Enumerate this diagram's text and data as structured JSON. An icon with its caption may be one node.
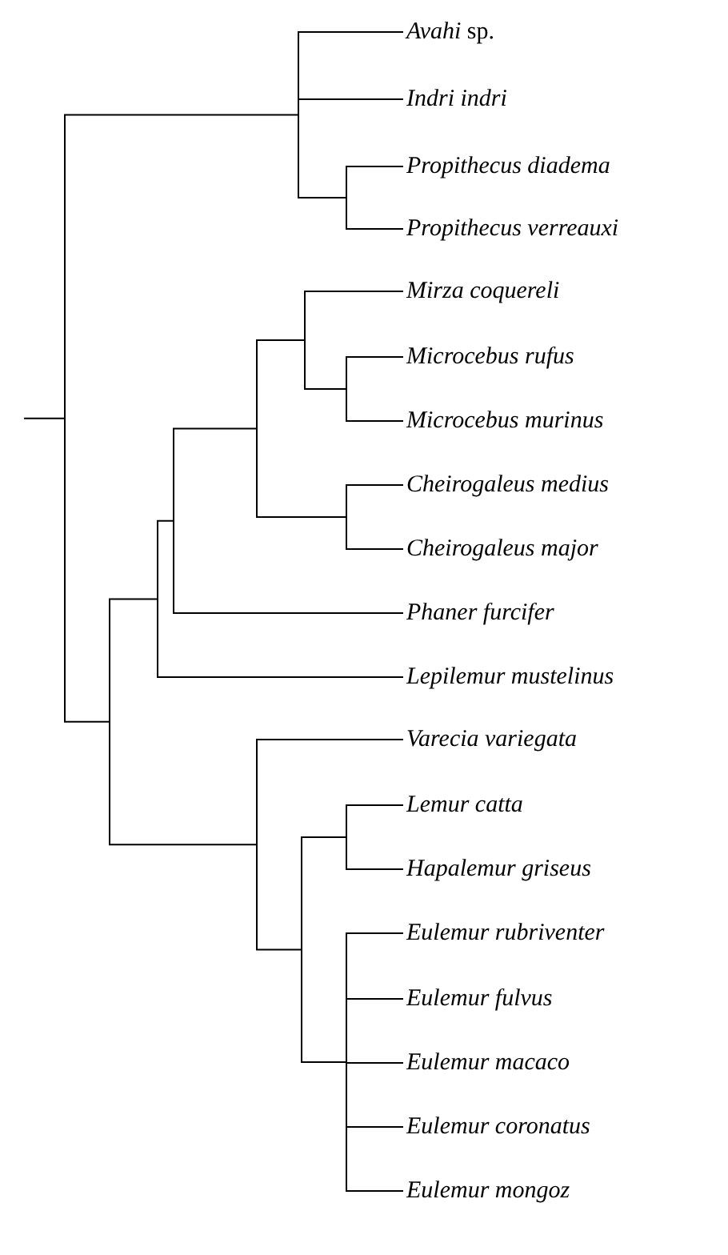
{
  "diagram": {
    "nodes": [
      {
        "text": [],
        "shape": "bar"
      },
      {
        "text": [],
        "shape": "bar"
      },
      {
        "text": [
          "*Avahi* sp."
        ]
      },
      {
        "text": [
          "Indri indri"
        ]
      },
      {
        "text": [],
        "shape": "bar"
      },
      {
        "text": [
          "Propithecus diadema"
        ]
      },
      {
        "text": [
          "Propithecus verreauxi"
        ]
      },
      {
        "text": [],
        "shape": "bar"
      },
      {
        "text": [],
        "shape": "bar"
      },
      {
        "text": [],
        "shape": "bar"
      },
      {
        "text": [],
        "shape": "bar"
      },
      {
        "text": [],
        "shape": "bar"
      },
      {
        "text": [
          "Mirza coquereli"
        ]
      },
      {
        "text": [],
        "shape": "bar"
      },
      {
        "text": [
          "Microcebus rufus"
        ]
      },
      {
        "text": [
          "Microcebus murinus"
        ]
      },
      {
        "text": [],
        "shape": "bar"
      },
      {
        "text": [
          "Cheirogaleus medius"
        ]
      },
      {
        "text": [
          "Cheirogaleus major"
        ]
      },
      {
        "text": [
          "Phaner furcifer"
        ]
      },
      {
        "text": [
          "Lepilemur mustelinus"
        ]
      },
      {
        "text": [],
        "shape": "bar"
      },
      {
        "text": [
          "Varecia variegata"
        ]
      },
      {
        "text": [],
        "shape": "bar"
      },
      {
        "text": [],
        "shape": "bar"
      },
      {
        "text": [
          "Lemur catta"
        ]
      },
      {
        "text": [
          "Hapalemur griseus"
        ]
      },
      {
        "text": [],
        "shape": "bar"
      },
      {
        "text": [
          "Eulemur rubriventer"
        ]
      },
      {
        "text": [
          "Eulemur fulvus"
        ]
      },
      {
        "text": [
          "Eulemur macaco"
        ]
      },
      {
        "text": [
          "Eulemur coronatus"
        ]
      },
      {
        "text": [
          "Eulemur mongoz"
        ]
      }
    ],
    "edges": [
      {
        "from": null,
        "to": 0,
        "arrow": "none"
      },
      {
        "from": 0,
        "to": 1,
        "arrow": "none"
      },
      {
        "from": 1,
        "to": 2,
        "arrow": "none"
      },
      {
        "from": 1,
        "to": 3,
        "arrow": "none"
      },
      {
        "from": 1,
        "to": 4,
        "arrow": "none"
      },
      {
        "from": 4,
        "to": 5,
        "arrow": "none"
      },
      {
        "from": 4,
        "to": 6,
        "arrow": "none"
      },
      {
        "from": 0,
        "to": 7,
        "arrow": "none"
      },
      {
        "from": 7,
        "to": 8,
        "arrow": "none"
      },
      {
        "from": 8,
        "to": 9,
        "arrow": "none"
      },
      {
        "from": 9,
        "to": 10,
        "arrow": "none"
      },
      {
        "from": 10,
        "to": 11,
        "arrow": "none"
      },
      {
        "from": 11,
        "to": 12,
        "arrow": "none"
      },
      {
        "from": 11,
        "to": 13,
        "arrow": "none"
      },
      {
        "from": 13,
        "to": 14,
        "arrow": "none"
      },
      {
        "from": 13,
        "to": 15,
        "arrow": "none"
      },
      {
        "from": 10,
        "to": 16,
        "arrow": "none"
      },
      {
        "from": 16,
        "to": 17,
        "arrow": "none"
      },
      {
        "from": 16,
        "to": 18,
        "arrow": "none"
      },
      {
        "from": 9,
        "to": 19,
        "arrow": "none"
      },
      {
        "from": 8,
        "to": 20,
        "arrow": "none"
      },
      {
        "from": 7,
        "to": 21,
        "arrow": "none"
      },
      {
        "from": 21,
        "to": 22,
        "arrow": "none"
      },
      {
        "from": 21,
        "to": 23,
        "arrow": "none"
      },
      {
        "from": 23,
        "to": 24,
        "arrow": "none"
      },
      {
        "from": 24,
        "to": 25,
        "arrow": "none"
      },
      {
        "from": 24,
        "to": 26,
        "arrow": "none"
      },
      {
        "from": 23,
        "to": 27,
        "arrow": "none"
      },
      {
        "from": 27,
        "to": 28,
        "arrow": "none"
      },
      {
        "from": 27,
        "to": 29,
        "arrow": "none"
      },
      {
        "from": 27,
        "to": 30,
        "arrow": "none"
      },
      {
        "from": 27,
        "to": 31,
        "arrow": "none"
      },
      {
        "from": 27,
        "to": 32,
        "arrow": "none"
      }
    ]
  }
}
